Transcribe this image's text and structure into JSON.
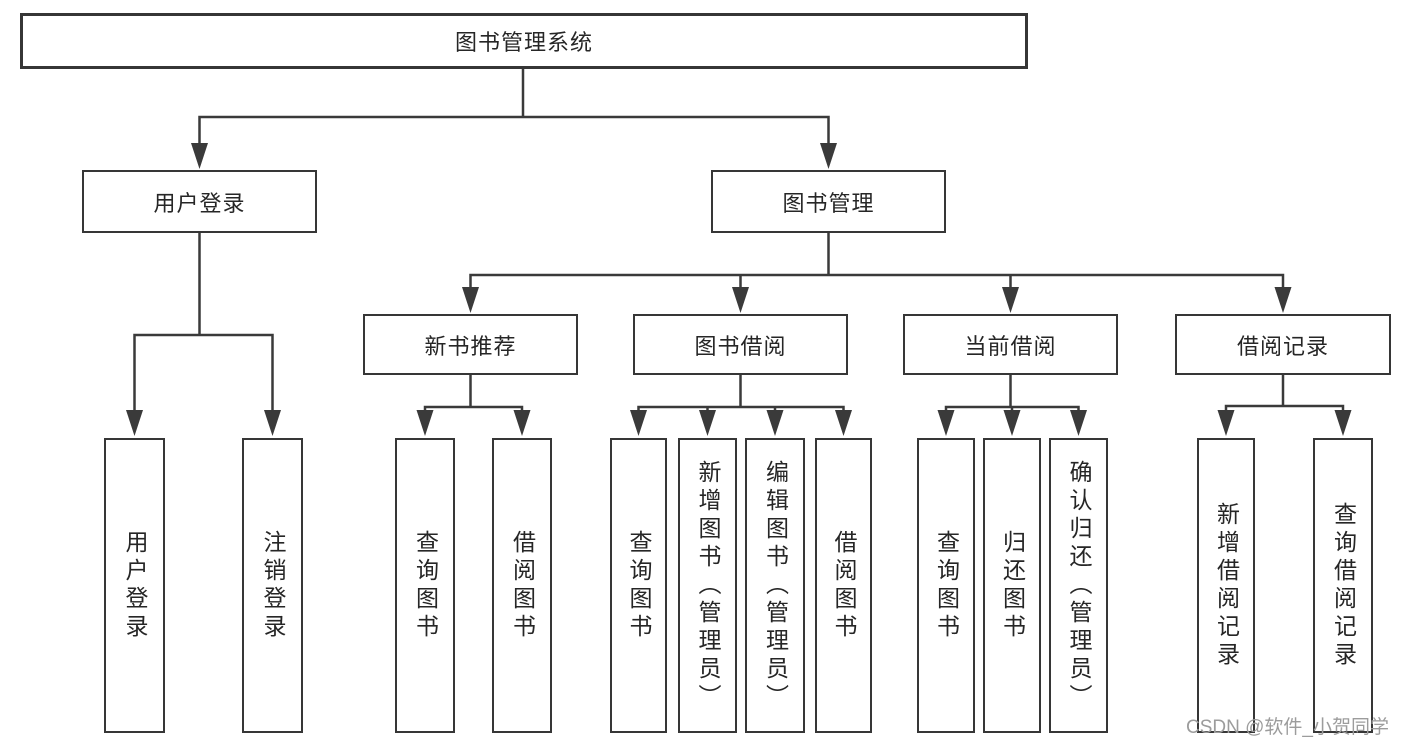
{
  "diagram": {
    "root": {
      "label": "图书管理系统"
    },
    "branches": [
      {
        "label": "用户登录",
        "children": [
          {
            "label": "用户登录"
          },
          {
            "label": "注销登录"
          }
        ]
      },
      {
        "label": "图书管理",
        "children": [
          {
            "label": "新书推荐",
            "children": [
              {
                "label": "查询图书"
              },
              {
                "label": "借阅图书"
              }
            ]
          },
          {
            "label": "图书借阅",
            "children": [
              {
                "label": "查询图书"
              },
              {
                "label": "新增图书（管理员）"
              },
              {
                "label": "编辑图书（管理员）"
              },
              {
                "label": "借阅图书"
              }
            ]
          },
          {
            "label": "当前借阅",
            "children": [
              {
                "label": "查询图书"
              },
              {
                "label": "归还图书"
              },
              {
                "label": "确认归还（管理员）"
              }
            ]
          },
          {
            "label": "借阅记录",
            "children": [
              {
                "label": "新增借阅记录"
              },
              {
                "label": "查询借阅记录"
              }
            ]
          }
        ]
      }
    ]
  },
  "watermark": {
    "text": "CSDN @软件_小贺同学"
  },
  "colors": {
    "background": "#ffffff",
    "box_border": "#363636",
    "connector_line": "#3a3a3a",
    "text": "#262626",
    "watermark_text": "#9c9c9c"
  }
}
